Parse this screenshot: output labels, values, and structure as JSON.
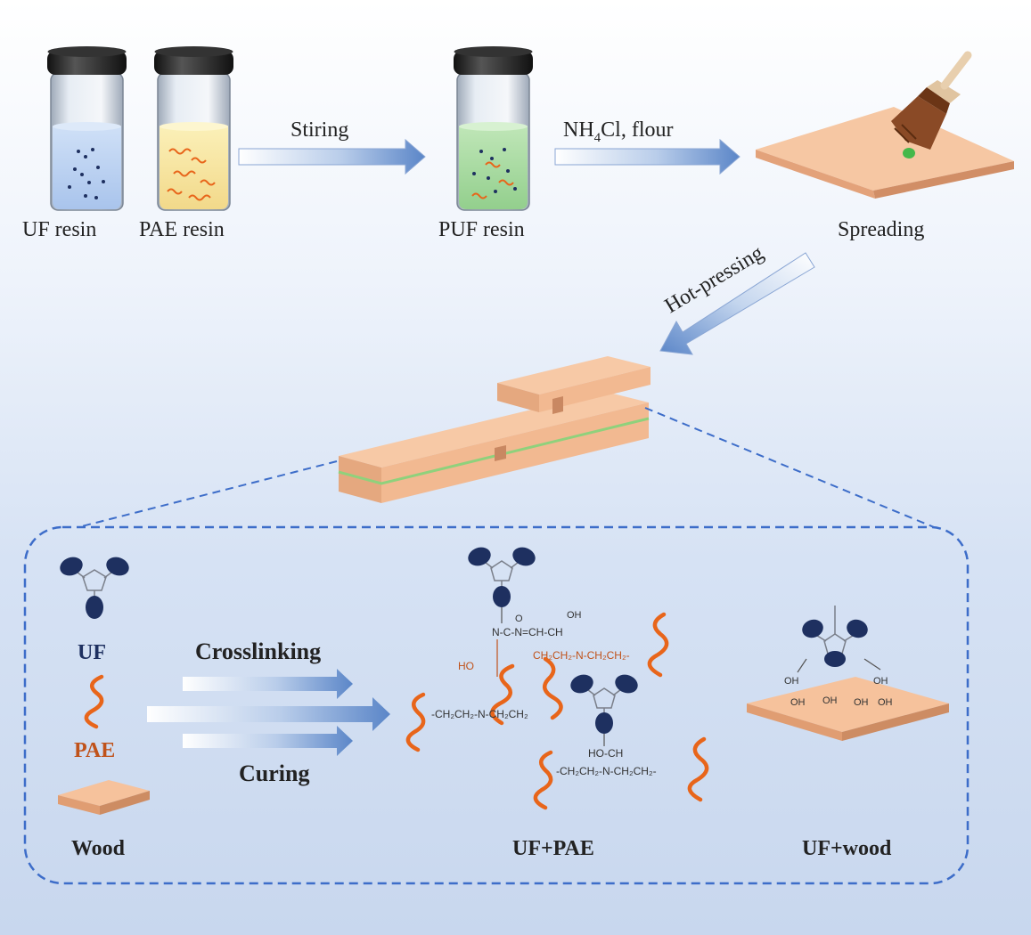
{
  "top_row": {
    "uf_resin_label": "UF resin",
    "pae_resin_label": "PAE resin",
    "stiring_label": "Stiring",
    "puf_resin_label": "PUF resin",
    "nh4cl_main": "NH",
    "nh4cl_sub": "4",
    "nh4cl_rest": "Cl, flour",
    "spreading_label": "Spreading"
  },
  "middle": {
    "hot_pressing_label": "Hot-pressing"
  },
  "detail": {
    "uf_label": "UF",
    "pae_label": "PAE",
    "wood_label": "Wood",
    "crosslinking_label": "Crosslinking",
    "curing_label": "Curing",
    "uf_pae_label": "UF+PAE",
    "uf_wood_label": "UF+wood"
  },
  "chemistry": {
    "ncn": "N-C-N=CH-CH",
    "o_top": "O",
    "oh_top": "OH",
    "chain_a": "CH₂CH₂-N-CH₂CH₂-",
    "chain_b": "-CH₂CH₂-N-CH₂CH₂",
    "ho": "HO",
    "ho_ch": "HO-CH",
    "chain_c": "-CH₂CH₂-N-CH₂CH₂-",
    "oh": "OH"
  },
  "colors": {
    "uf_blue": "#1e3060",
    "pae_orange": "#e8651a",
    "wood": "#f4b990",
    "arrow_blue": "#5b86c8",
    "dashed_border": "#3d6dc9"
  }
}
